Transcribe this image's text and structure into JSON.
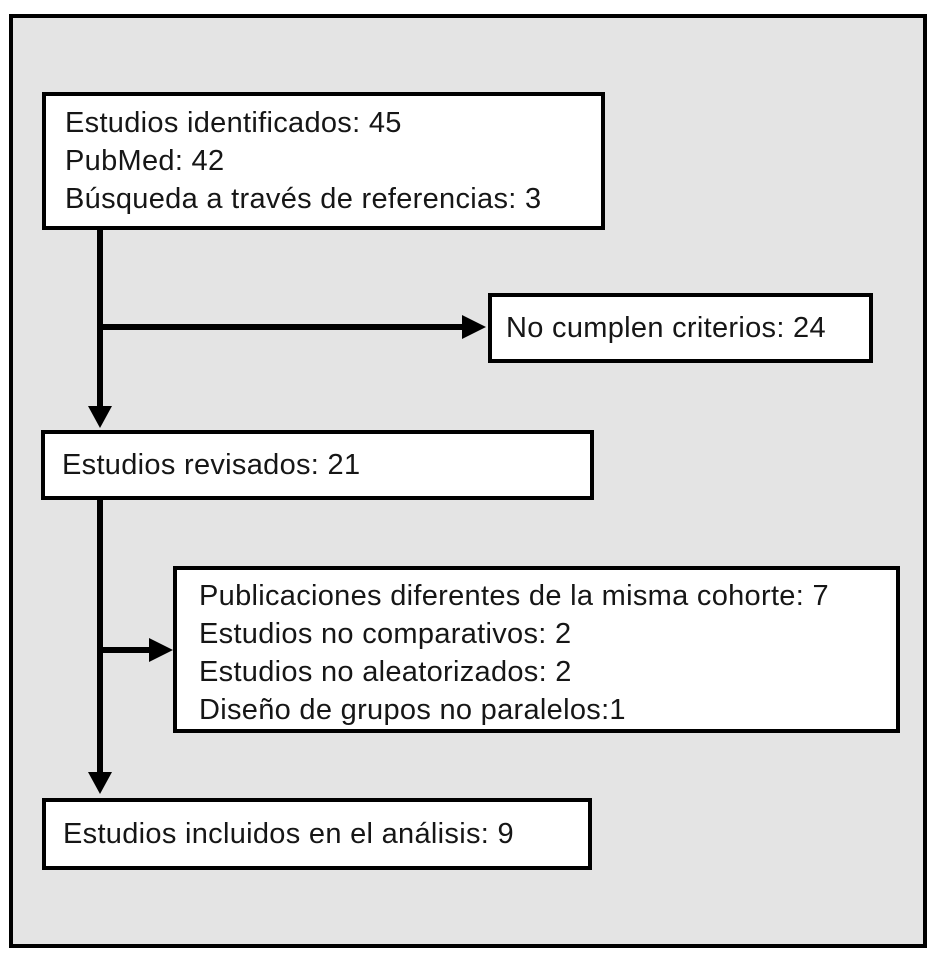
{
  "figure": {
    "kind": "study-selection-flowchart",
    "colors": {
      "panel_background": "#e4e4e4",
      "box_fill": "#ffffff",
      "line_and_border": "#000000"
    },
    "boxes": {
      "identified": {
        "lines": [
          "Estudios identificados: 45",
          "PubMed: 42",
          "Búsqueda a través de referencias: 3"
        ]
      },
      "not_meeting_criteria": {
        "lines": [
          "No cumplen criterios: 24"
        ]
      },
      "reviewed": {
        "lines": [
          "Estudios revisados: 21"
        ]
      },
      "excluded_reasons": {
        "lines": [
          "Publicaciones diferentes de la misma cohorte: 7",
          "Estudios no comparativos: 2",
          "Estudios no aleatorizados: 2",
          "Diseño de grupos no paralelos:1"
        ]
      },
      "included": {
        "lines": [
          "Estudios incluidos en el análisis: 9"
        ]
      }
    }
  }
}
